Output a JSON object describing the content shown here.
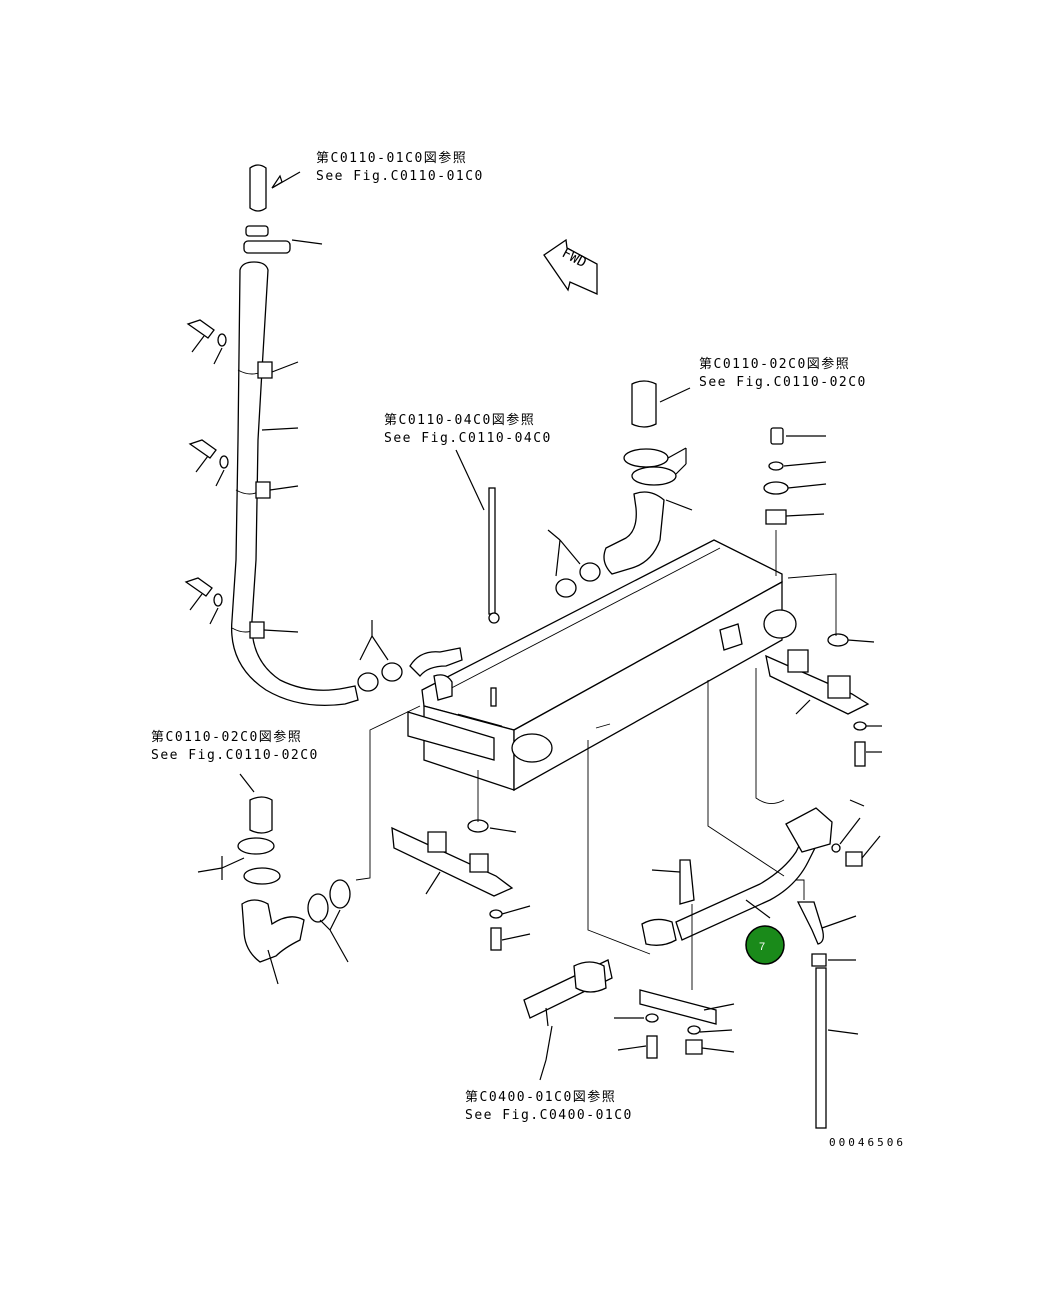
{
  "references": [
    {
      "id": "ref1",
      "jp": "第C0110-01C0図参照",
      "en": "See Fig.C0110-01C0"
    },
    {
      "id": "ref2",
      "jp": "第C0110-02C0図参照",
      "en": "See Fig.C0110-02C0"
    },
    {
      "id": "ref3",
      "jp": "第C0110-04C0図参照",
      "en": "See Fig.C0110-04C0"
    },
    {
      "id": "ref4",
      "jp": "第C0110-02C0図参照",
      "en": "See Fig.C0110-02C0"
    },
    {
      "id": "ref5",
      "jp": "第C0400-01C0図参照",
      "en": "See Fig.C0400-01C0"
    }
  ],
  "fwd_label": "FWD",
  "callout": {
    "number": "7",
    "color": "#1a8a1a"
  },
  "doc_number": "00046506"
}
